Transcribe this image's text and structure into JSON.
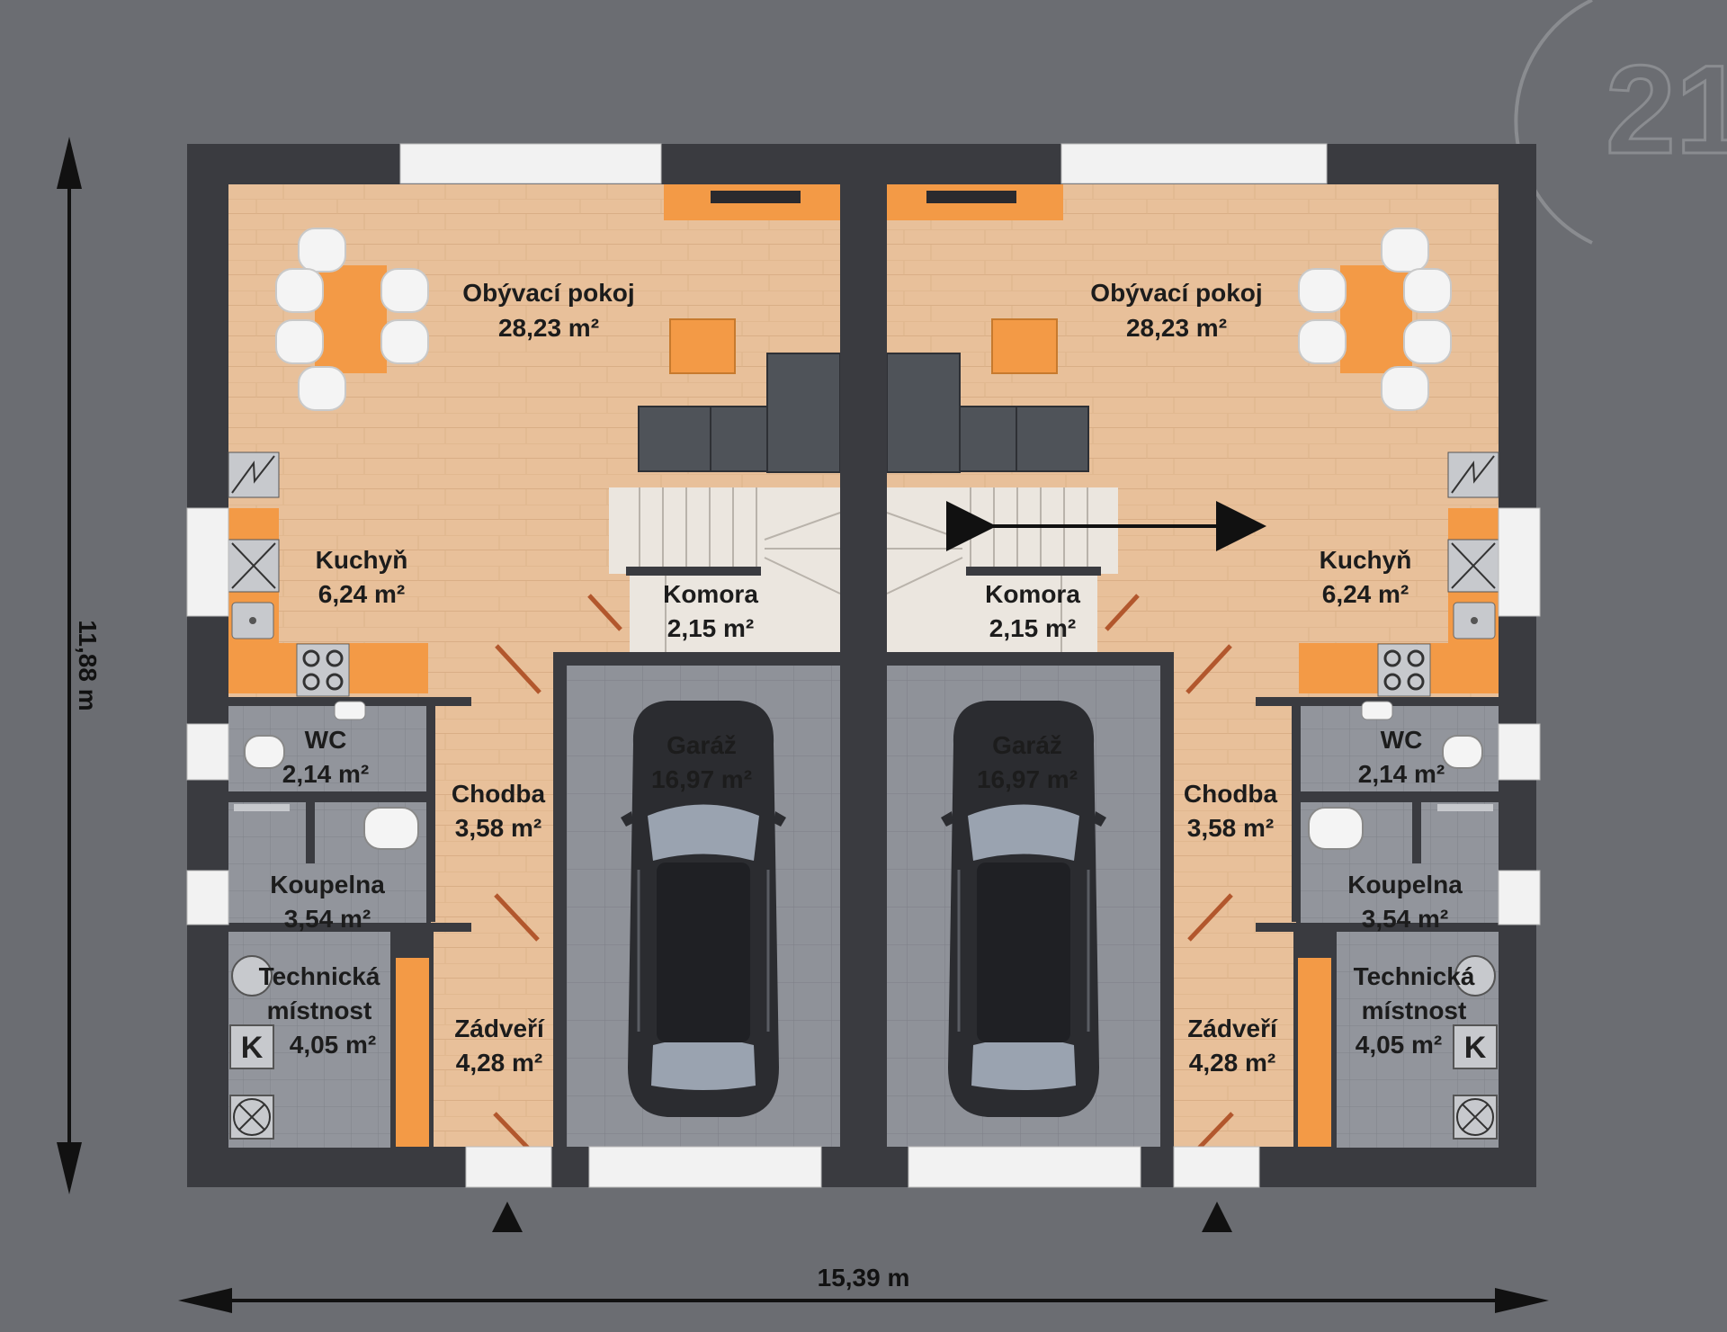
{
  "dimensions": {
    "width": "15,39 m",
    "height": "11,88 m"
  },
  "logo": {
    "text": "21"
  },
  "rooms": {
    "left": {
      "living": {
        "name": "Obývací pokoj",
        "area": "28,23 m²"
      },
      "kitchen": {
        "name": "Kuchyň",
        "area": "6,24 m²"
      },
      "pantry": {
        "name": "Komora",
        "area": "2,15 m²"
      },
      "garage": {
        "name": "Garáž",
        "area": "16,97 m²"
      },
      "wc": {
        "name": "WC",
        "area": "2,14 m²"
      },
      "hallway": {
        "name": "Chodba",
        "area": "3,58 m²"
      },
      "bathroom": {
        "name": "Koupelna",
        "area": "3,54 m²"
      },
      "technical": {
        "name1": "Technická",
        "name2": "místnost",
        "area": "4,05 m²"
      },
      "vestibule": {
        "name": "Zádveří",
        "area": "4,28 m²"
      },
      "boiler": "K"
    },
    "right": {
      "living": {
        "name": "Obývací pokoj",
        "area": "28,23 m²"
      },
      "kitchen": {
        "name": "Kuchyň",
        "area": "6,24 m²"
      },
      "pantry": {
        "name": "Komora",
        "area": "2,15 m²"
      },
      "garage": {
        "name": "Garáž",
        "area": "16,97 m²"
      },
      "wc": {
        "name": "WC",
        "area": "2,14 m²"
      },
      "hallway": {
        "name": "Chodba",
        "area": "3,58 m²"
      },
      "bathroom": {
        "name": "Koupelna",
        "area": "3,54 m²"
      },
      "technical": {
        "name1": "Technická",
        "name2": "místnost",
        "area": "4,05 m²"
      },
      "vestibule": {
        "name": "Zádveří",
        "area": "4,28 m²"
      },
      "boiler": "K"
    }
  },
  "colors": {
    "background": "#6b6d72",
    "wall": "#3a3b40",
    "wood_floor": "#e7bf96",
    "tile_floor": "#8f9299",
    "garage_floor": "#8e9198",
    "orange": "#f39a46",
    "sofa": "#4f5359",
    "car": "#2b2c30"
  }
}
